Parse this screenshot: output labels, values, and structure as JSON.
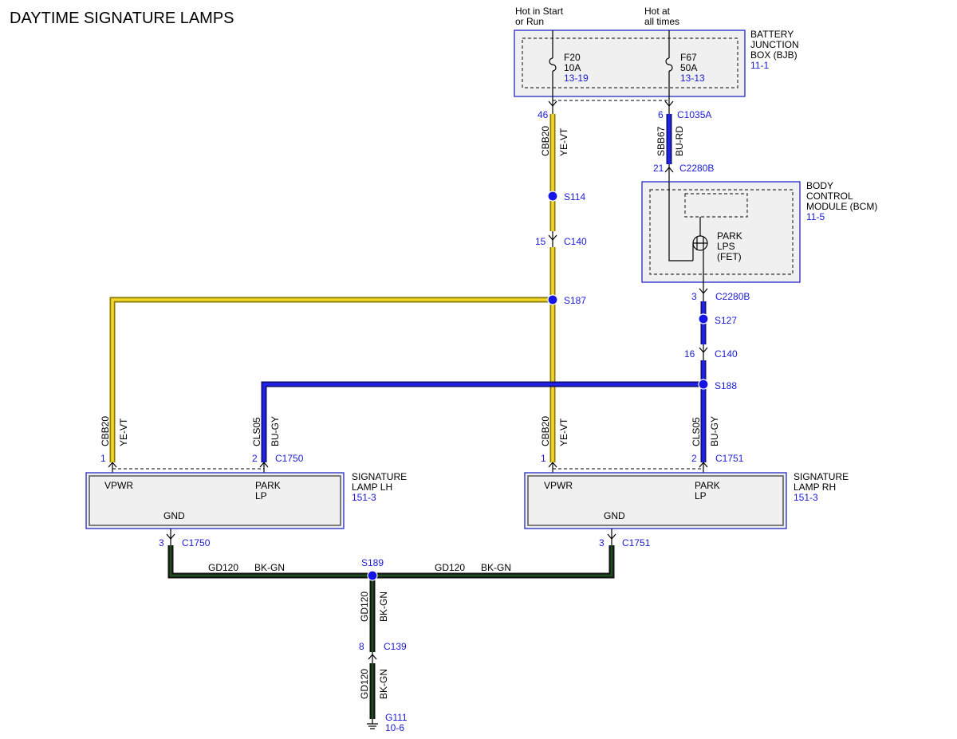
{
  "title": "DAYTIME SIGNATURE LAMPS",
  "power_labels": {
    "hot_start_run": [
      "Hot in Start",
      "or Run"
    ],
    "hot_all_times": [
      "Hot at",
      "all times"
    ]
  },
  "bjb": {
    "name": [
      "BATTERY",
      "JUNCTION",
      "BOX (BJB)"
    ],
    "ref": "11-1",
    "fuse_f20": {
      "id": "F20",
      "rating": "10A",
      "ref": "13-19"
    },
    "fuse_f67": {
      "id": "F67",
      "rating": "50A",
      "ref": "13-13"
    }
  },
  "bcm": {
    "name": [
      "BODY",
      "CONTROL",
      "MODULE (BCM)"
    ],
    "ref": "11-5",
    "fet_label": [
      "PARK",
      "LPS",
      "(FET)"
    ]
  },
  "lamp_lh": {
    "name": [
      "SIGNATURE",
      "LAMP LH"
    ],
    "ref": "151-3",
    "pins": {
      "vpwr": "VPWR",
      "park": [
        "PARK",
        "LP"
      ],
      "gnd": "GND"
    }
  },
  "lamp_rh": {
    "name": [
      "SIGNATURE",
      "LAMP RH"
    ],
    "ref": "151-3",
    "pins": {
      "vpwr": "VPWR",
      "park": [
        "PARK",
        "LP"
      ],
      "gnd": "GND"
    }
  },
  "connectors": {
    "c1035a": {
      "pin": "6",
      "name": "C1035A"
    },
    "c2280b_in": {
      "pin": "21",
      "name": "C2280B"
    },
    "c2280b_out": {
      "pin": "3",
      "name": "C2280B"
    },
    "bjb_46": {
      "pin": "46"
    },
    "c140_a": {
      "pin": "15",
      "name": "C140"
    },
    "c140_b": {
      "pin": "16",
      "name": "C140"
    },
    "c1750_1": {
      "pin": "1"
    },
    "c1750_2": {
      "pin": "2",
      "name": "C1750"
    },
    "c1751_1": {
      "pin": "1"
    },
    "c1751_2": {
      "pin": "2",
      "name": "C1751"
    },
    "c1750_3": {
      "pin": "3",
      "name": "C1750"
    },
    "c1751_3": {
      "pin": "3",
      "name": "C1751"
    },
    "c139": {
      "pin": "8",
      "name": "C139"
    }
  },
  "splices": {
    "s114": "S114",
    "s187": "S187",
    "s127": "S127",
    "s188": "S188",
    "s189": "S189"
  },
  "ground": {
    "name": "G111",
    "ref": "10-6"
  },
  "wires": {
    "cbb20": {
      "circuit": "CBB20",
      "color": "YE-VT"
    },
    "sbb67": {
      "circuit": "SBB67",
      "color": "BU-RD"
    },
    "cls05": {
      "circuit": "CLS05",
      "color": "BU-GY"
    },
    "gd120": {
      "circuit": "GD120",
      "color": "BK-GN"
    }
  },
  "colors": {
    "yellow_wire": "#f4d62b",
    "blue_wire": "#2222ee",
    "ground_wire": "#1f4d1f",
    "component_border": "#2626c8",
    "reference_text": "#1a1ad6"
  }
}
